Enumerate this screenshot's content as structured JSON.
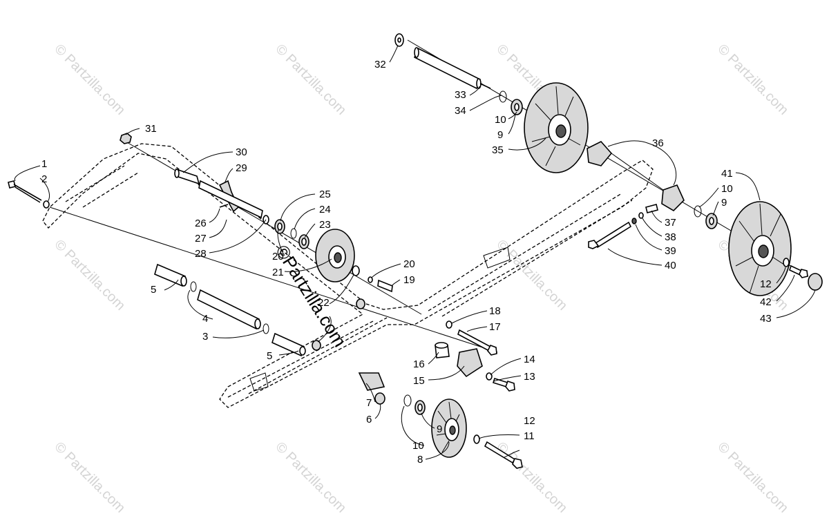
{
  "watermark": {
    "text": "© Partzilla.com",
    "center_text": "©Partzilla.com"
  },
  "callouts": [
    "1",
    "2",
    "3",
    "4",
    "5",
    "5",
    "6",
    "7",
    "8",
    "9",
    "9",
    "9",
    "10",
    "10",
    "10",
    "11",
    "12",
    "12",
    "13",
    "14",
    "15",
    "16",
    "17",
    "18",
    "19",
    "20",
    "20",
    "21",
    "22",
    "23",
    "24",
    "25",
    "26",
    "27",
    "28",
    "29",
    "30",
    "31",
    "32",
    "33",
    "34",
    "35",
    "36",
    "37",
    "38",
    "39",
    "40",
    "41",
    "42",
    "43"
  ]
}
